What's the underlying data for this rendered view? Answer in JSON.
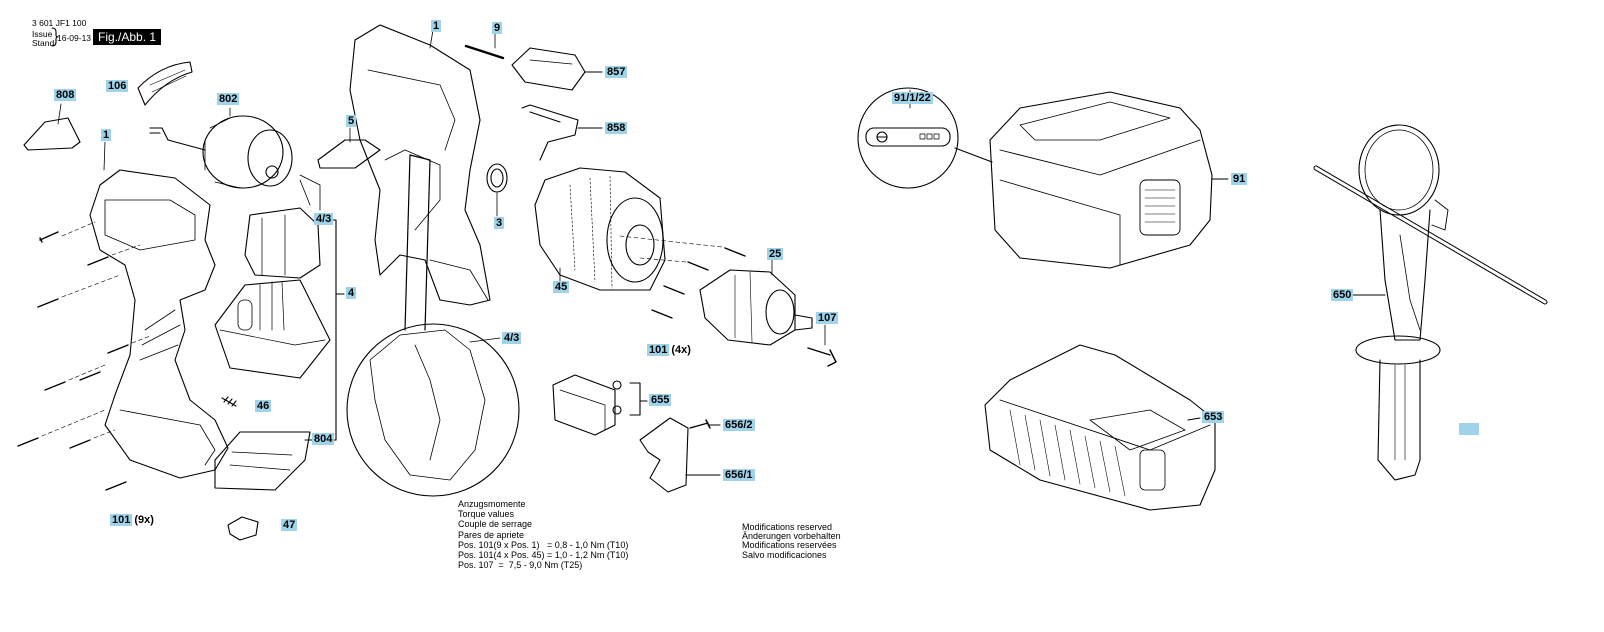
{
  "header": {
    "doc_number": "3 601 JF1 100",
    "issue_label": "Issue",
    "stand_label": "Stand",
    "date": "16-09-13",
    "figure": "Fig./Abb. 1"
  },
  "labels": {
    "l808": "808",
    "l106": "106",
    "l802": "802",
    "l1a": "1",
    "l1b": "1",
    "l9": "9",
    "l857": "857",
    "l5": "5",
    "l858": "858",
    "l3": "3",
    "l43a": "4/3",
    "l4": "4",
    "l45": "45",
    "l25": "25",
    "l107": "107",
    "l101a": "101",
    "l101a_qty": "(4x)",
    "l43b": "4/3",
    "l46": "46",
    "l804": "804",
    "l655": "655",
    "l6562": "656/2",
    "l6561": "656/1",
    "l101b": "101",
    "l101b_qty": "(9x)",
    "l47": "47",
    "l91122": "91/1/22",
    "l91": "91",
    "l650": "650",
    "l653": "653"
  },
  "torque": {
    "lines": [
      "Anzugsmomente",
      "Torque values",
      "Couple de serrage",
      "Pares de apriete",
      "Pos. 101(9 x Pos. 1)   = 0,8 - 1,0 Nm (T10)",
      "Pos. 101(4 x Pos. 45) = 1,0 - 1,2 Nm (T10)",
      "Pos. 107  =  7,5 - 9,0 Nm (T25)"
    ]
  },
  "notice": {
    "lines": [
      "Modifications reserved",
      "Änderungen vorbehalten",
      "Modifications reservées",
      "Salvo modificaciones"
    ]
  },
  "colors": {
    "label_bg": "#9ed3ea",
    "line": "#000000"
  }
}
